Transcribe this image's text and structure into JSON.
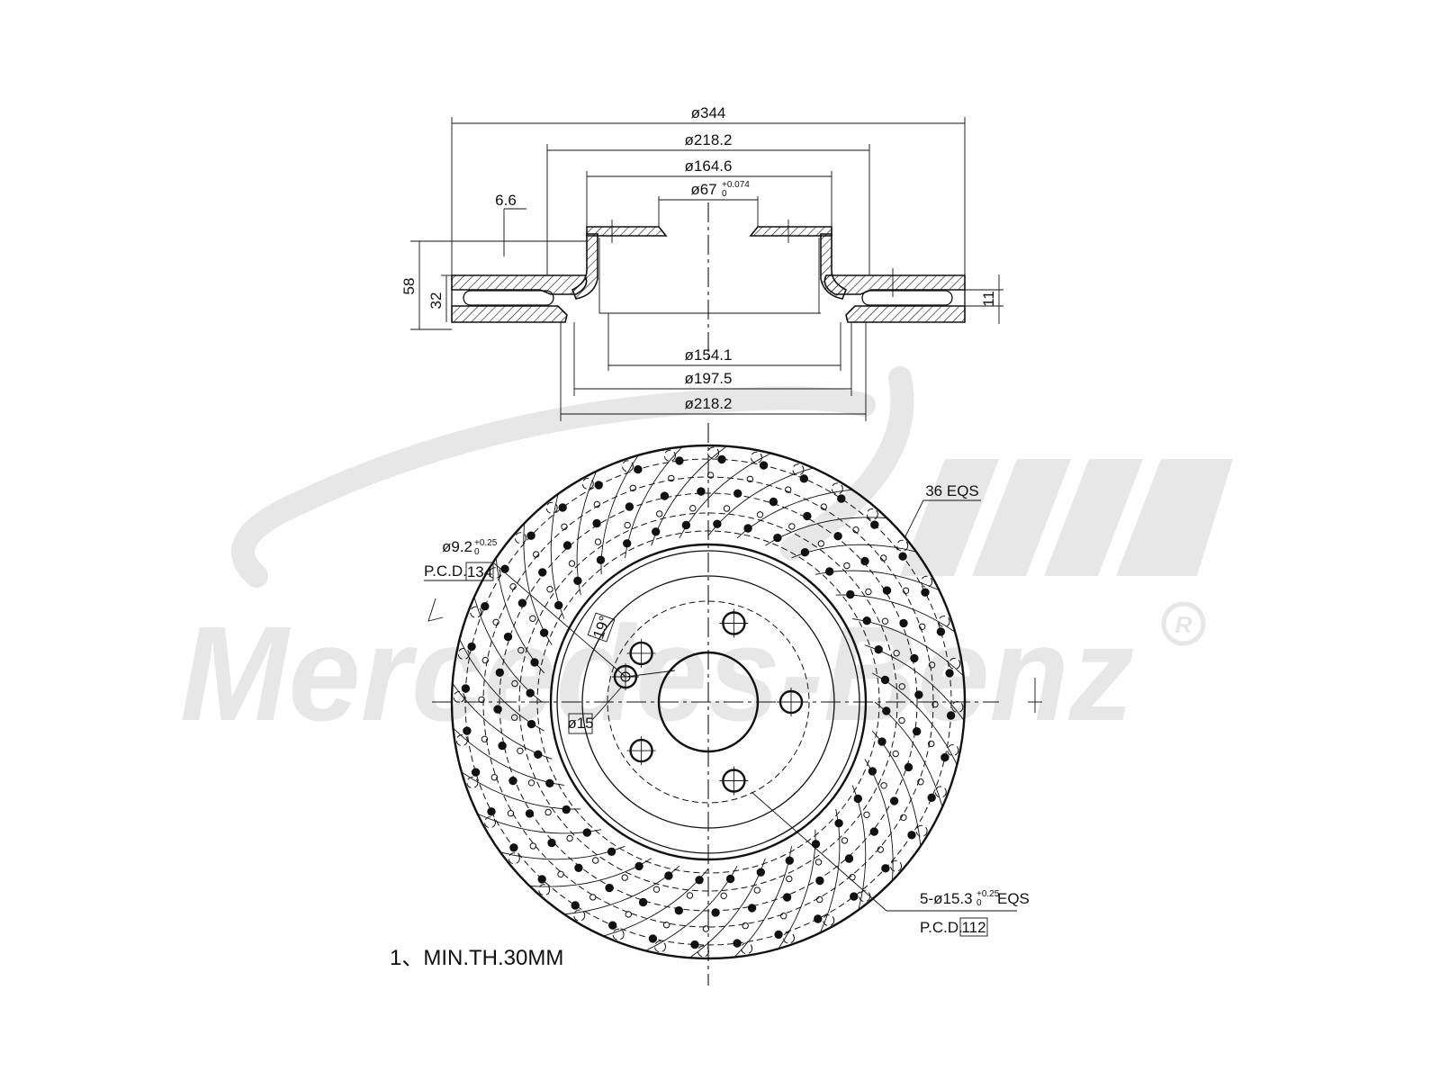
{
  "watermark": {
    "brand": "Mercedes-Benz",
    "registered_mark": "R"
  },
  "section_view": {
    "dimensions": {
      "overall_diameter": "ø344",
      "top_hat_outer": "ø218.2",
      "hat_diameter": "ø164.6",
      "center_bore": "ø67",
      "center_bore_tol_upper": "+0.074",
      "center_bore_tol_lower": "0",
      "hat_wall": "6.6",
      "total_height": "58",
      "disc_thickness": "32",
      "vent_gap": "11",
      "inner_bore_bottom": "ø154.1",
      "friction_inner": "ø197.5",
      "bottom_hat_outer": "ø218.2"
    }
  },
  "face_view": {
    "labels": {
      "hole_count": "36 EQS",
      "pin_hole": "ø9.2",
      "pin_hole_tol_upper": "+0.25",
      "pin_hole_tol_lower": "0",
      "pin_pcd_label": "P.C.D.",
      "pin_pcd_value": "134",
      "pin_angle": "19°",
      "pin_bore": "ø15",
      "bolt_holes": "5-ø15.3",
      "bolt_holes_tol_upper": "+0.25",
      "bolt_holes_tol_lower": "0",
      "bolt_holes_suffix": "EQS",
      "bolt_pcd_label": "P.C.D.",
      "bolt_pcd_value": "112"
    }
  },
  "notes": {
    "min_thickness": "1、MIN.TH.30MM"
  },
  "colors": {
    "ink": "#111111",
    "watermark": "#e7e7e7",
    "background": "#ffffff"
  }
}
